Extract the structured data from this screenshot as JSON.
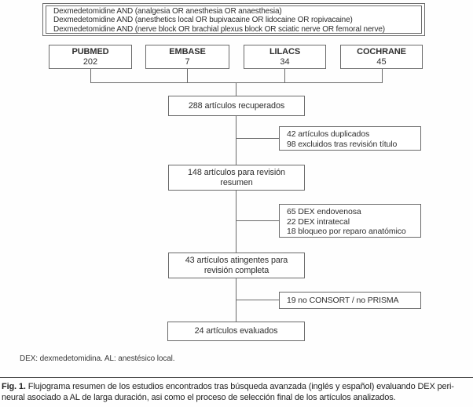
{
  "flowchart": {
    "search_queries": {
      "lines": [
        "Dexmedetomidine AND (analgesia OR anesthesia OR anaesthesia)",
        "Dexmedetomidine AND (anesthetics local OR bupivacaine OR lidocaine OR ropivacaine)",
        "Dexmedetomidine AND (nerve block OR brachial plexus block OR sciatic nerve OR femoral nerve)"
      ]
    },
    "databases": [
      {
        "name": "PUBMED",
        "count": "202"
      },
      {
        "name": "EMBASE",
        "count": "7"
      },
      {
        "name": "LILACS",
        "count": "34"
      },
      {
        "name": "COCHRANE",
        "count": "45"
      }
    ],
    "retrieved": {
      "text": "288 artículos recuperados"
    },
    "title_review": {
      "line1": "148 artículos para revisión",
      "line2": "resumen"
    },
    "full_review": {
      "line1": "43 artículos atingentes para",
      "line2": "revisión completa"
    },
    "evaluated": {
      "text": "24 artículos evaluados"
    },
    "exclusions": {
      "first": {
        "lines": [
          "42 artículos duplicados",
          "98 excluidos tras revisión título"
        ]
      },
      "second": {
        "lines": [
          "65 DEX endovenosa",
          "22 DEX intratecal",
          "18 bloqueo por reparo anatómico"
        ]
      },
      "third": {
        "lines": [
          "19 no CONSORT / no PRISMA"
        ]
      }
    }
  },
  "footnote": "DEX: dexmedetomidina. AL: anestésico local.",
  "caption": {
    "label": "Fig. 1.",
    "line1": "Flujograma resumen de los estudios encontrados tras búsqueda avanzada (inglés y español) evaluando DEX peri-",
    "line2": "neural asociado a AL de larga duración, asi como el proceso de selección final de los artículos analizados."
  },
  "colors": {
    "line": "#6a6a6a",
    "text": "#2e2e2e"
  }
}
